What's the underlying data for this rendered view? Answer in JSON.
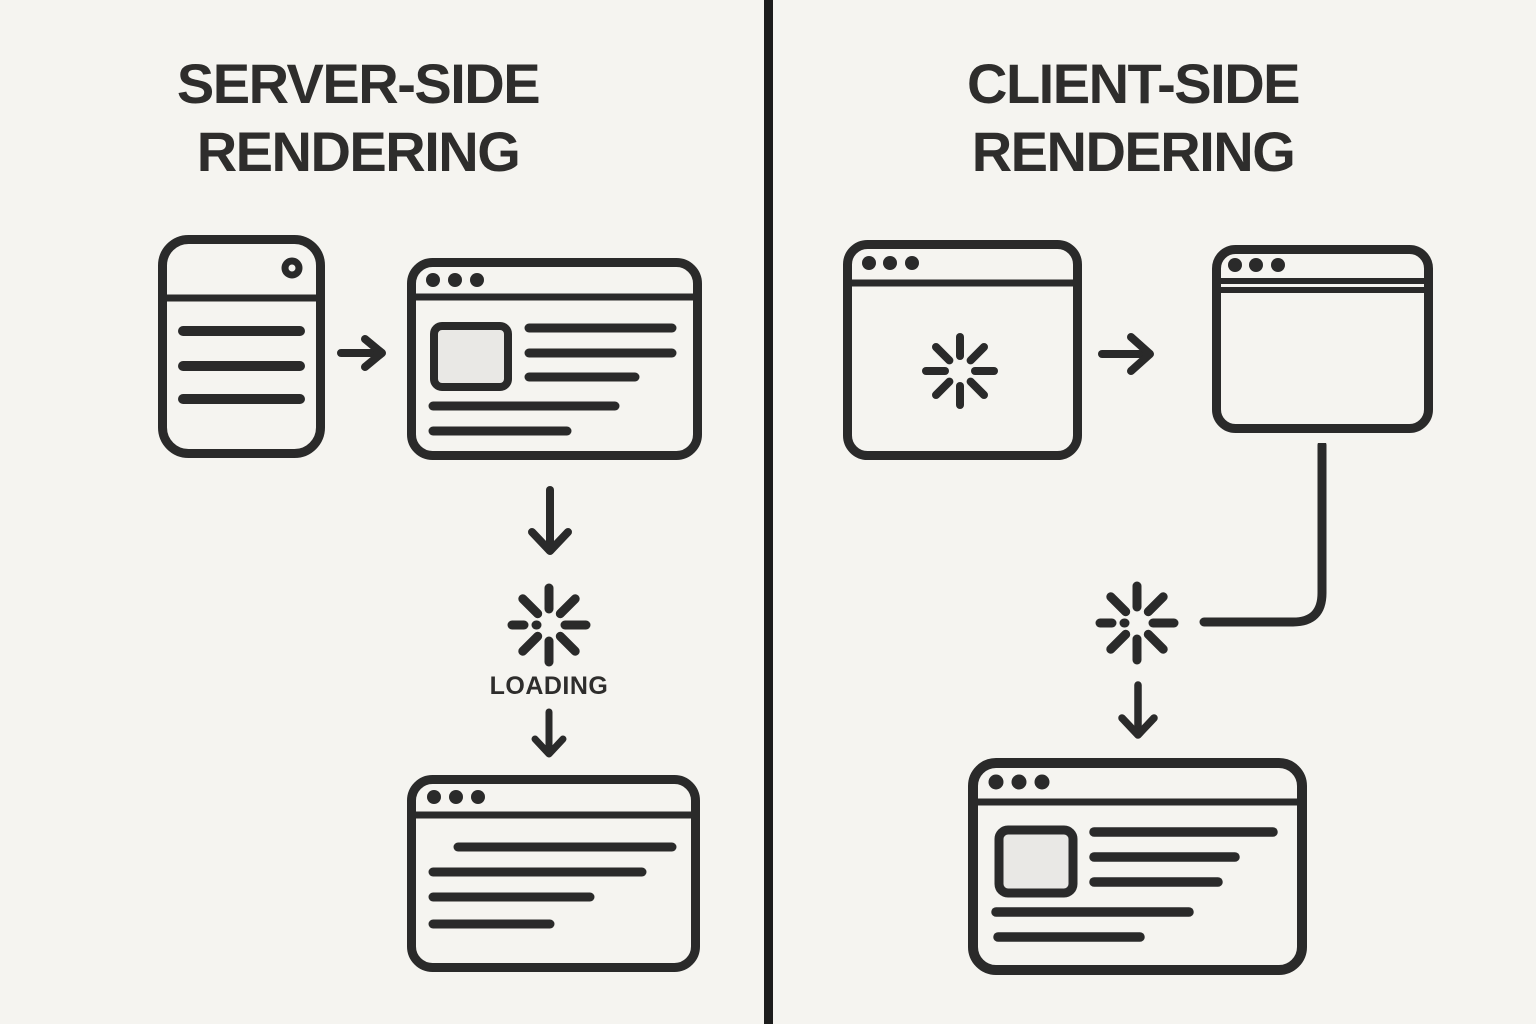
{
  "colors": {
    "bg": "#f5f4f0",
    "ink": "#2a2a2a",
    "divider": "#1c1c1c",
    "placeholder-fill": "#e9e8e5",
    "title": "#2e2d2c"
  },
  "left_panel": {
    "title": "SERVER-SIDE\nRENDERING",
    "loading_label": "LOADING",
    "flow_icons": [
      "server-icon",
      "arrow-right-icon",
      "browser-window-with-content-icon",
      "arrow-down-icon",
      "loading-spinner-icon",
      "arrow-down-icon",
      "browser-window-with-text-icon"
    ]
  },
  "right_panel": {
    "title": "CLIENT-SIDE\nRENDERING",
    "flow_icons": [
      "browser-window-loading-spinner-icon",
      "arrow-right-icon",
      "browser-window-empty-icon",
      "elbow-connector-line",
      "loading-spinner-icon",
      "arrow-down-icon",
      "browser-window-with-content-icon"
    ]
  }
}
